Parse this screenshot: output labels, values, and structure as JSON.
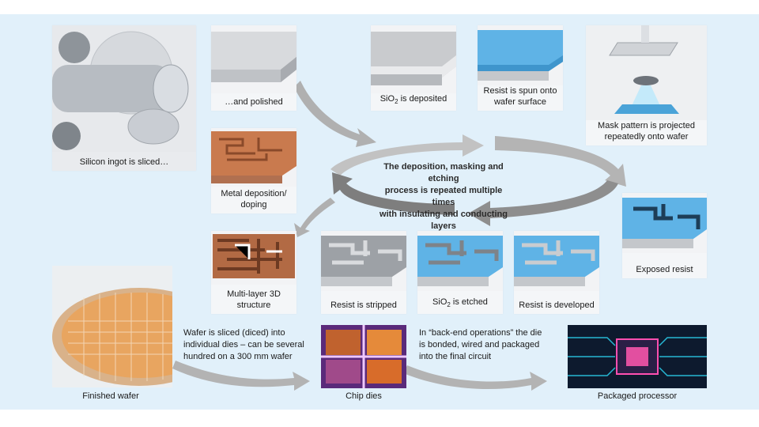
{
  "steps": {
    "sliced": "Silicon ingot is sliced…",
    "polished": "…and polished",
    "deposited_pre": "SiO",
    "deposited_sub": "2",
    "deposited_post": " is deposited",
    "spun_1": "Resist is spun onto",
    "spun_2": "wafer surface",
    "projected_1": "Mask pattern is projected",
    "projected_2": "repeatedly onto wafer",
    "metal_1": "Metal deposition/",
    "metal_2": "doping",
    "exposed": "Exposed resist",
    "multilayer_1": "Multi-layer 3D",
    "multilayer_2": "structure",
    "stripped": "Resist is stripped",
    "etched_pre": "SiO",
    "etched_sub": "2",
    "etched_post": " is etched",
    "developed": "Resist is developed",
    "finished": "Finished wafer",
    "chip_dies": "Chip dies",
    "packaged": "Packaged processor"
  },
  "cycle_note": {
    "line1": "The deposition, masking and etching",
    "line2": "process is repeated multiple times",
    "line3": "with insulating and conducting layers"
  },
  "dicing_note": {
    "line1": "Wafer is sliced (diced) into",
    "line2": "individual dies – can be several",
    "line3": "hundred on a 300 mm wafer"
  },
  "backend_note": {
    "line1": "In “back-end operations” the die",
    "line2": "is bonded, wired and packaged",
    "line3": "into the final circuit"
  },
  "colors": {
    "background": "#e1f0fa",
    "arrow": "#a9a9a9",
    "resist_blue": "#5fb3e6",
    "copper": "#c97a4e"
  }
}
